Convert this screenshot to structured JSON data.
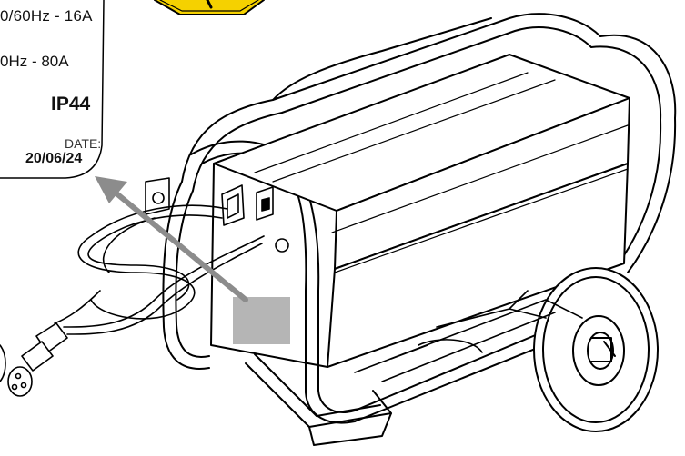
{
  "label_plate": {
    "input_rating": "0/60Hz  -  16A",
    "output_rating": "0Hz  -  80A",
    "ip_rating": "IP44",
    "date_label": "DATE:",
    "date_value": "20/06/24"
  },
  "warning_sign": {
    "icon": "warning-triangle-icon",
    "color": "#f5d100"
  },
  "callout_arrow": {
    "color": "#8c8c8c"
  },
  "label_area": {
    "color": "#b5b5b5"
  }
}
